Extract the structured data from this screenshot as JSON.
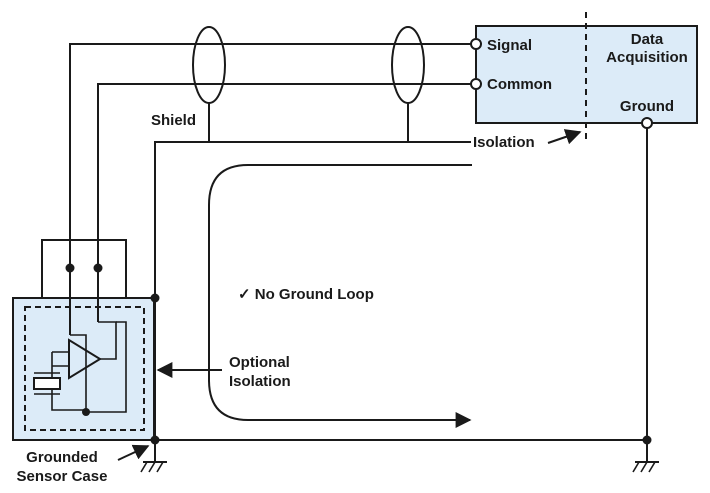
{
  "labels": {
    "signal": "Signal",
    "common": "Common",
    "daq_line1": "Data",
    "daq_line2": "Acquisition",
    "ground": "Ground",
    "shield": "Shield",
    "isolation": "Isolation",
    "no_ground_loop": "✓ No Ground Loop",
    "optional_line1": "Optional",
    "optional_line2": "Isolation",
    "sensor_line1": "Grounded",
    "sensor_line2": "Sensor Case"
  },
  "colors": {
    "box_fill": "#dcebf8",
    "line": "#1a1a1a"
  }
}
